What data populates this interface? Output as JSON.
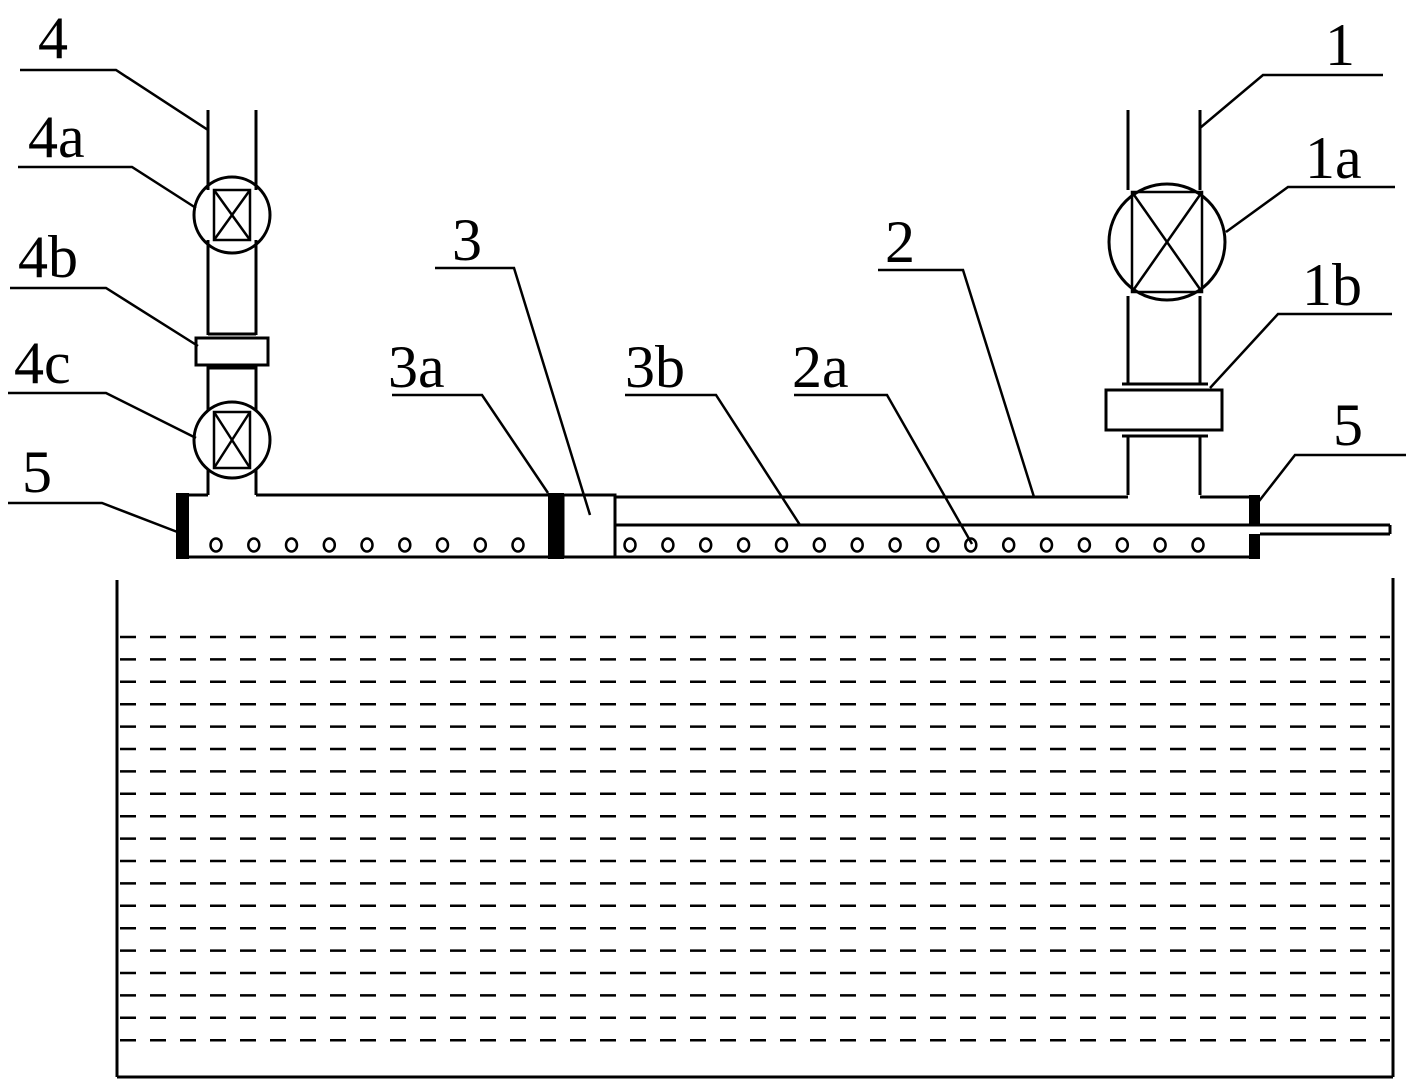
{
  "labels": {
    "l4": "4",
    "l4a": "4a",
    "l4b": "4b",
    "l4c": "4c",
    "l5_left": "5",
    "l3": "3",
    "l3a": "3a",
    "l3b": "3b",
    "l2": "2",
    "l2a": "2a",
    "l1": "1",
    "l1a": "1a",
    "l1b": "1b",
    "l5_right": "5"
  },
  "left_chamber_holes": 9,
  "right_chamber_holes": 16,
  "tank_dash_rows": 19
}
